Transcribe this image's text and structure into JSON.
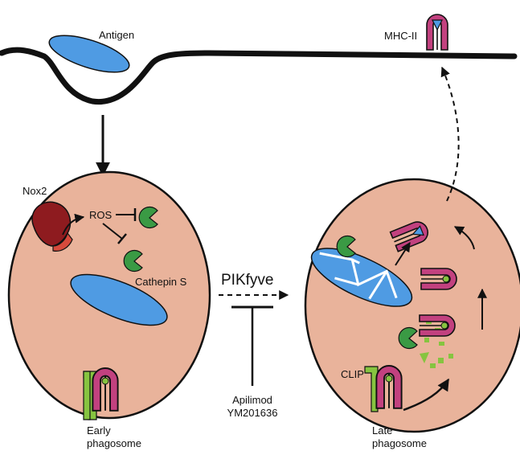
{
  "labels": {
    "antigen": "Antigen",
    "mhc_ii": "MHC-II",
    "nox2": "Nox2",
    "ros": "ROS",
    "cathepsin_s": "Cathepin S",
    "pikfyve": "PIKfyve",
    "clip": "CLIP",
    "inhibitor_1": "Apilimod",
    "inhibitor_2": "YM201636",
    "early_1": "Early",
    "early_2": "phagosome",
    "late_1": "Late",
    "late_2": "phagosome"
  },
  "colors": {
    "membrane": "#111111",
    "phagosome_fill": "#e9b39b",
    "antigen_blue": "#4f9be3",
    "mhc_magenta": "#c2417f",
    "clip_green": "#86c440",
    "cathepsin_green": "#3a9a44",
    "nox2_red": "#8e1b1f"
  }
}
